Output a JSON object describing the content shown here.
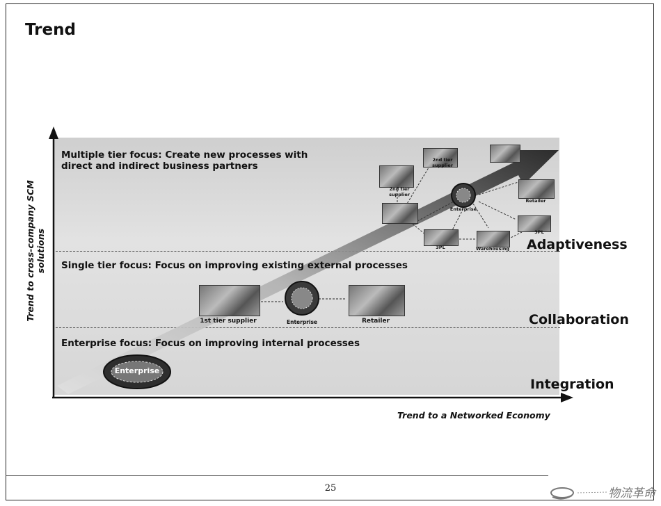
{
  "slide": {
    "title": "Trend",
    "page_number": "25"
  },
  "axes": {
    "y_title": "Trend to cross-company SCM solutions",
    "x_title": "Trend to a Networked Economy"
  },
  "bands": [
    {
      "focus": "Multiple tier focus: Create new processes with",
      "focus_line2": "direct and indirect business partners",
      "label": "Adaptiveness"
    },
    {
      "focus": "Single tier focus: Focus on improving existing external processes",
      "label": "Collaboration"
    },
    {
      "focus": "Enterprise focus: Focus on improving internal processes",
      "label": "Integration"
    }
  ],
  "integration_node": {
    "label": "Enterprise"
  },
  "collaboration_nodes": {
    "supplier": "1st tier supplier",
    "enterprise": "Enterprise",
    "retailer": "Retailer"
  },
  "adaptive_nodes": {
    "tier2_left": "2nd tier supplier",
    "tier2_top": "2nd tier supplier",
    "enterprise": "Enterprise",
    "retailer": "Retailer",
    "tpl_right": "3PL",
    "tpl_bottom": "3PL",
    "warehousing": "Warehousing"
  },
  "logo": {
    "text": "物流革命"
  },
  "colors": {
    "arrow": "#2a2a2a",
    "band_bg": "#d8d8d8"
  }
}
